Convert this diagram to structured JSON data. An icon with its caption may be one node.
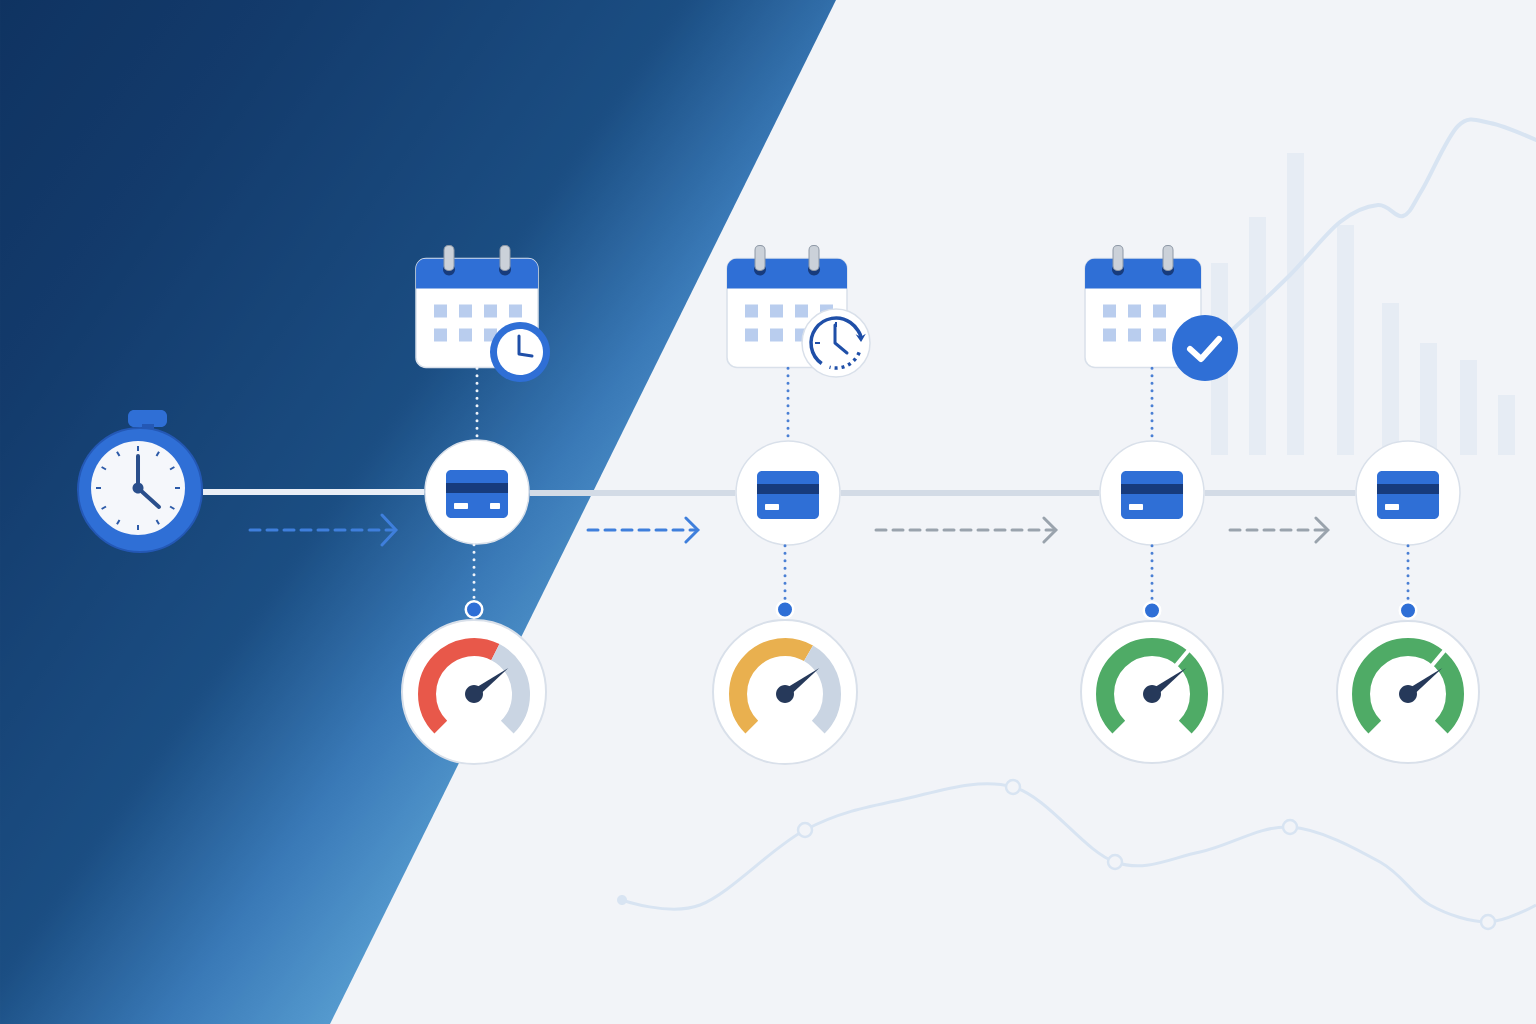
{
  "diagram": {
    "nodes": [
      {
        "text": [],
        "shape": "stopwatch"
      },
      {
        "text": [],
        "shape": "calendar"
      },
      {
        "text": [],
        "shape": "circle"
      },
      {
        "text": [],
        "shape": "gauge"
      },
      {
        "text": [],
        "shape": "calendar"
      },
      {
        "text": [],
        "shape": "circle"
      },
      {
        "text": [],
        "shape": "gauge"
      },
      {
        "text": [],
        "shape": "calendar"
      },
      {
        "text": [],
        "shape": "circle"
      },
      {
        "text": [],
        "shape": "gauge"
      },
      {
        "text": [],
        "shape": "circle"
      },
      {
        "text": [],
        "shape": "gauge"
      }
    ],
    "edges": [
      {
        "from": 0,
        "to": 2,
        "arrow": "none",
        "style": "thick",
        "color": "#e9eef6"
      },
      {
        "from": 2,
        "to": 5,
        "arrow": "none",
        "style": "thick",
        "color": "#d3dbe6"
      },
      {
        "from": 5,
        "to": 8,
        "arrow": "none",
        "style": "thick",
        "color": "#d3dbe6"
      },
      {
        "from": 8,
        "to": 10,
        "arrow": "none",
        "style": "thick",
        "color": "#d3dbe6"
      },
      {
        "from": 1,
        "to": 2,
        "arrow": "none",
        "style": "dashed",
        "color": "#eef3fa"
      },
      {
        "from": 2,
        "to": 3,
        "arrow": "other",
        "style": "dashed",
        "color": "#eef3fa"
      },
      {
        "from": 4,
        "to": 5,
        "arrow": "none",
        "style": "dashed"
      },
      {
        "from": 5,
        "to": 6,
        "arrow": "other",
        "style": "dashed"
      },
      {
        "from": 7,
        "to": 8,
        "arrow": "none",
        "style": "dashed"
      },
      {
        "from": 8,
        "to": 9,
        "arrow": "other",
        "style": "dashed"
      },
      {
        "from": 10,
        "to": 11,
        "arrow": "other",
        "style": "dashed"
      }
    ]
  }
}
